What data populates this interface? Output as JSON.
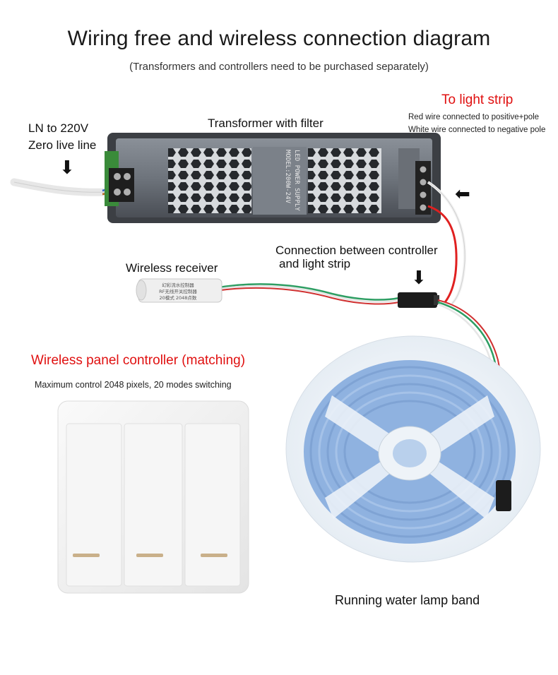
{
  "header": {
    "title": "Wiring free and wireless connection diagram",
    "subtitle": "(Transformers and controllers need to be purchased separately)"
  },
  "labels": {
    "ln_line1": "LN to 220V",
    "ln_line2": "Zero live line",
    "transformer": "Transformer with filter",
    "to_light_strip": "To light strip",
    "red_wire_note": "Red wire connected to positive+pole",
    "white_wire_note": "White wire connected to negative pole",
    "connection_line1": "Connection between controller",
    "connection_line2": "and light strip",
    "wireless_receiver": "Wireless receiver",
    "panel_controller": "Wireless panel controller (matching)",
    "panel_spec": "Maximum control 2048 pixels, 20 modes switching",
    "lamp_band": "Running water lamp band"
  },
  "transformer_print": {
    "line1": "LED POWER SUPPLY",
    "line2": "MODEL:200W-24V"
  },
  "receiver_print": {
    "line1": "幻彩流水控制器",
    "line2": "RF无线开关控制器",
    "line3": "20模式  2048点数"
  },
  "colors": {
    "accent_red": "#e01010",
    "transformer_body": "#6e747c",
    "transformer_dark": "#3c3f44",
    "strip_blue": "#8fb2e0",
    "reel": "#eef3f8",
    "panel": "#f3f3f3",
    "indicator": "#c9b08a"
  },
  "arrows": {
    "ln_arrow": "down-arrow-icon",
    "strip_arrow": "left-arrow-icon",
    "connector_arrow": "down-arrow-icon"
  }
}
